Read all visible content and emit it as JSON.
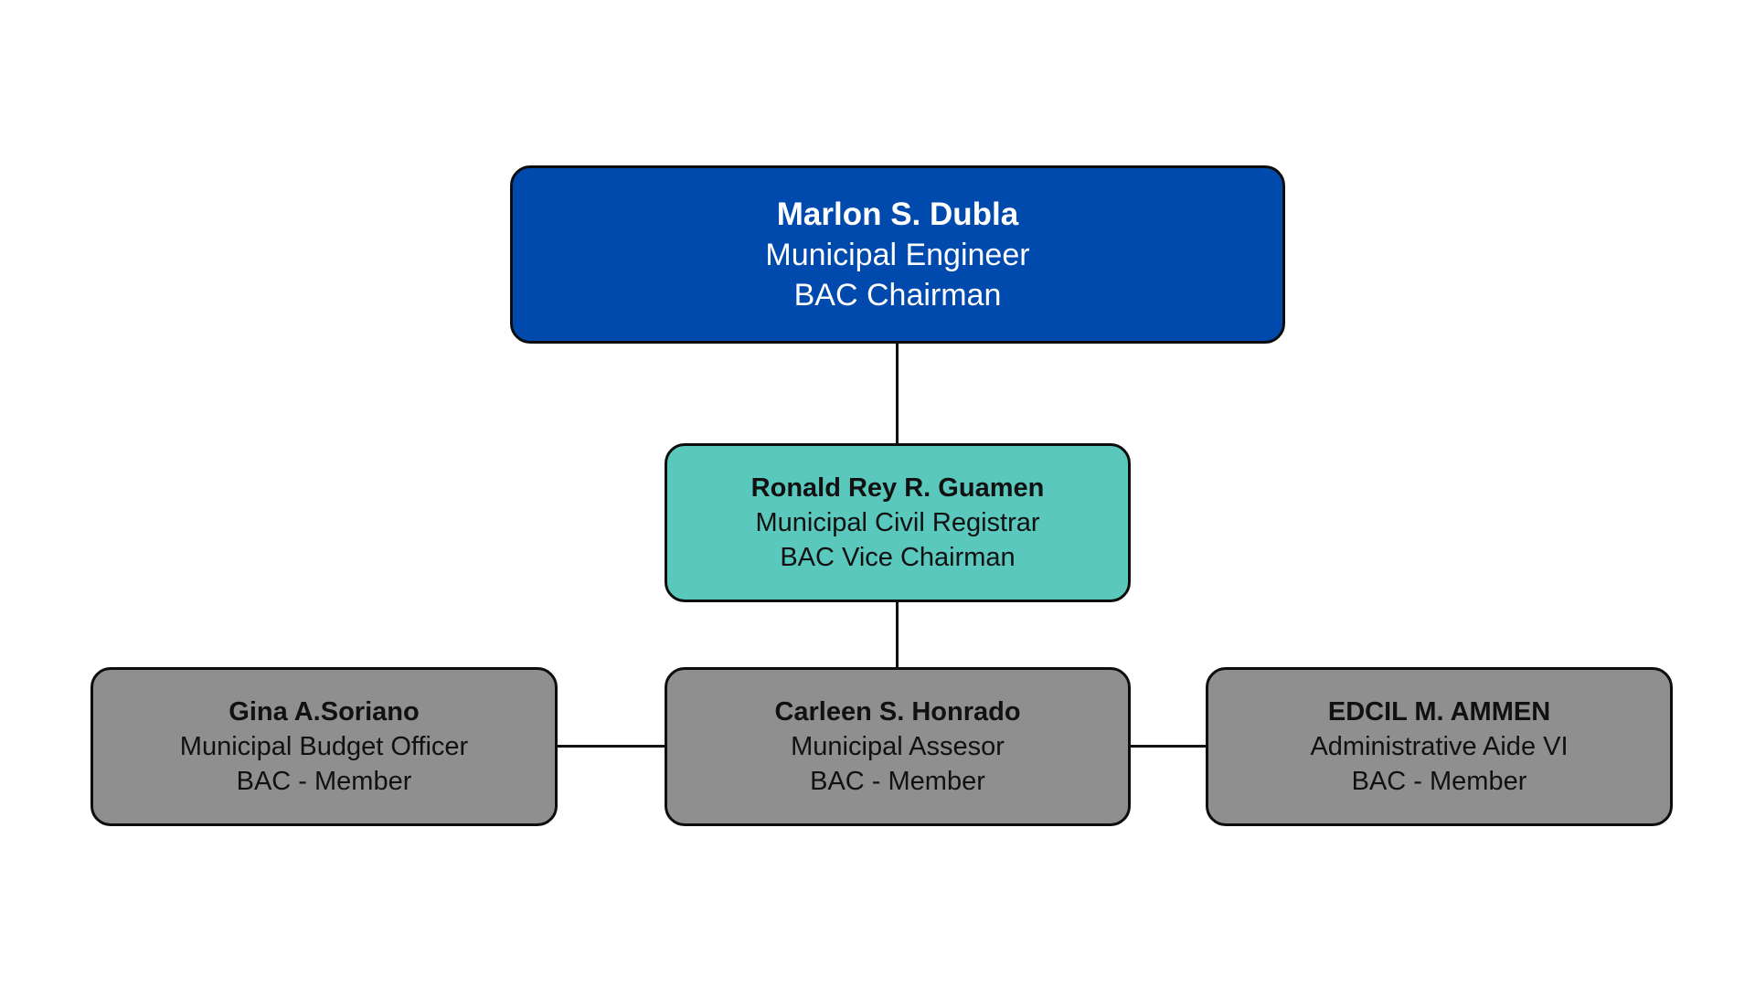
{
  "colors": {
    "chairman": "#004aad",
    "vice_chairman": "#5ac8bd",
    "member": "#8f8f8f"
  },
  "chairman": {
    "name": "Marlon S. Dubla",
    "position": "Municipal Engineer",
    "role": "BAC Chairman"
  },
  "vice_chairman": {
    "name": "Ronald Rey R. Guamen",
    "position": "Municipal Civil Registrar",
    "role": "BAC Vice Chairman"
  },
  "members": [
    {
      "name": "Gina A.Soriano",
      "position": "Municipal Budget Officer",
      "role": "BAC - Member"
    },
    {
      "name": "Carleen S. Honrado",
      "position": "Municipal Assesor",
      "role": "BAC - Member"
    },
    {
      "name": "EDCIL M. AMMEN",
      "position": "Administrative Aide VI",
      "role": "BAC - Member"
    }
  ]
}
